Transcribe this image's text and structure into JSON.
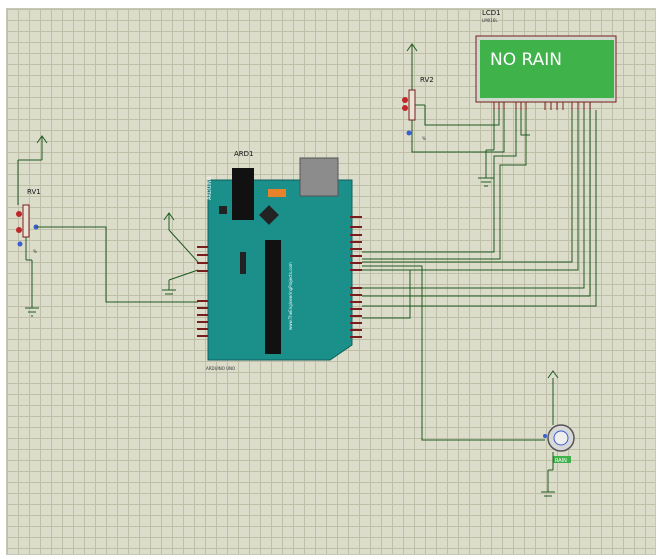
{
  "lcd": {
    "ref": "LCD1",
    "part": "LM016L",
    "display_text": "NO RAIN"
  },
  "rv2": {
    "ref": "RV2"
  },
  "rv1": {
    "ref": "RV1"
  },
  "arduino": {
    "ref": "ARD1",
    "part": "ARDUINO UNO"
  },
  "sensor": {
    "label": "RAIN"
  },
  "colors": {
    "board": "#1b8f8a",
    "lcd_screen": "#3fb24a",
    "wire": "#1e5a1e",
    "grid": "#bfbfa8",
    "canvas": "#dcdccb"
  }
}
